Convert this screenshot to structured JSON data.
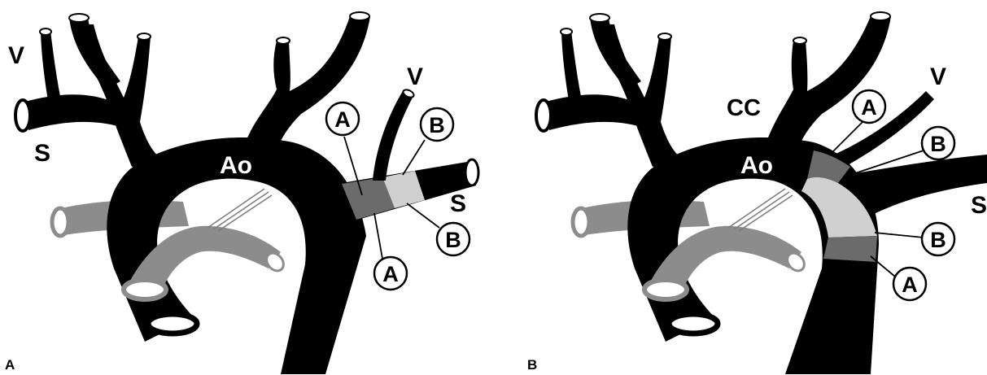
{
  "panels": [
    {
      "panel_letter": "A",
      "labels": {
        "aorta": "Ao",
        "vertebral_left": "V",
        "subclavian_left": "S",
        "vertebral_right": "V",
        "subclavian_right": "S"
      },
      "callouts": [
        "A",
        "B",
        "A",
        "B"
      ]
    },
    {
      "panel_letter": "B",
      "labels": {
        "aorta": "Ao",
        "common_carotid": "CC",
        "vertebral": "V",
        "subclavian": "S"
      },
      "callouts": [
        "A",
        "B",
        "B",
        "A"
      ]
    }
  ],
  "colors": {
    "vessel": "#000000",
    "pulmonary": "#8c8c8c",
    "zone_a": "#6b6b6b",
    "zone_b": "#d0d0d0"
  }
}
